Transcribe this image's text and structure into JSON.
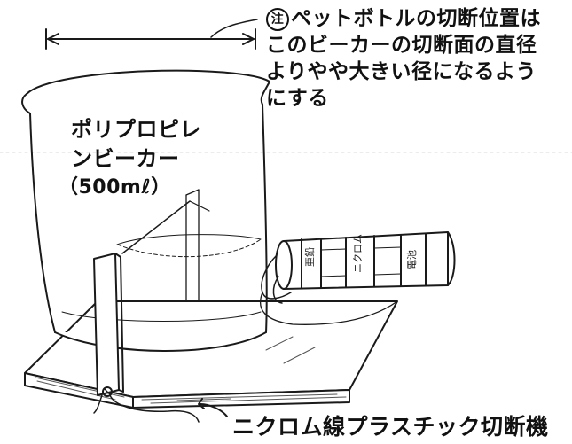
{
  "note": {
    "mark": "注",
    "lines": [
      "ペットボトルの切断位置は",
      "このビーカーの切断面の直径",
      "よりやや大きい径になるよう",
      "にする"
    ]
  },
  "beaker": {
    "lines": [
      "ポリプロピレ",
      "ンビーカー"
    ],
    "volume": "（500mℓ）"
  },
  "machine_label": "ニクロム線プラスチック切断機",
  "spool_labels": [
    "亜鉛",
    "ニクロム",
    "電池"
  ],
  "colors": {
    "ink": "#1a1a1a",
    "paper": "#ffffff"
  }
}
